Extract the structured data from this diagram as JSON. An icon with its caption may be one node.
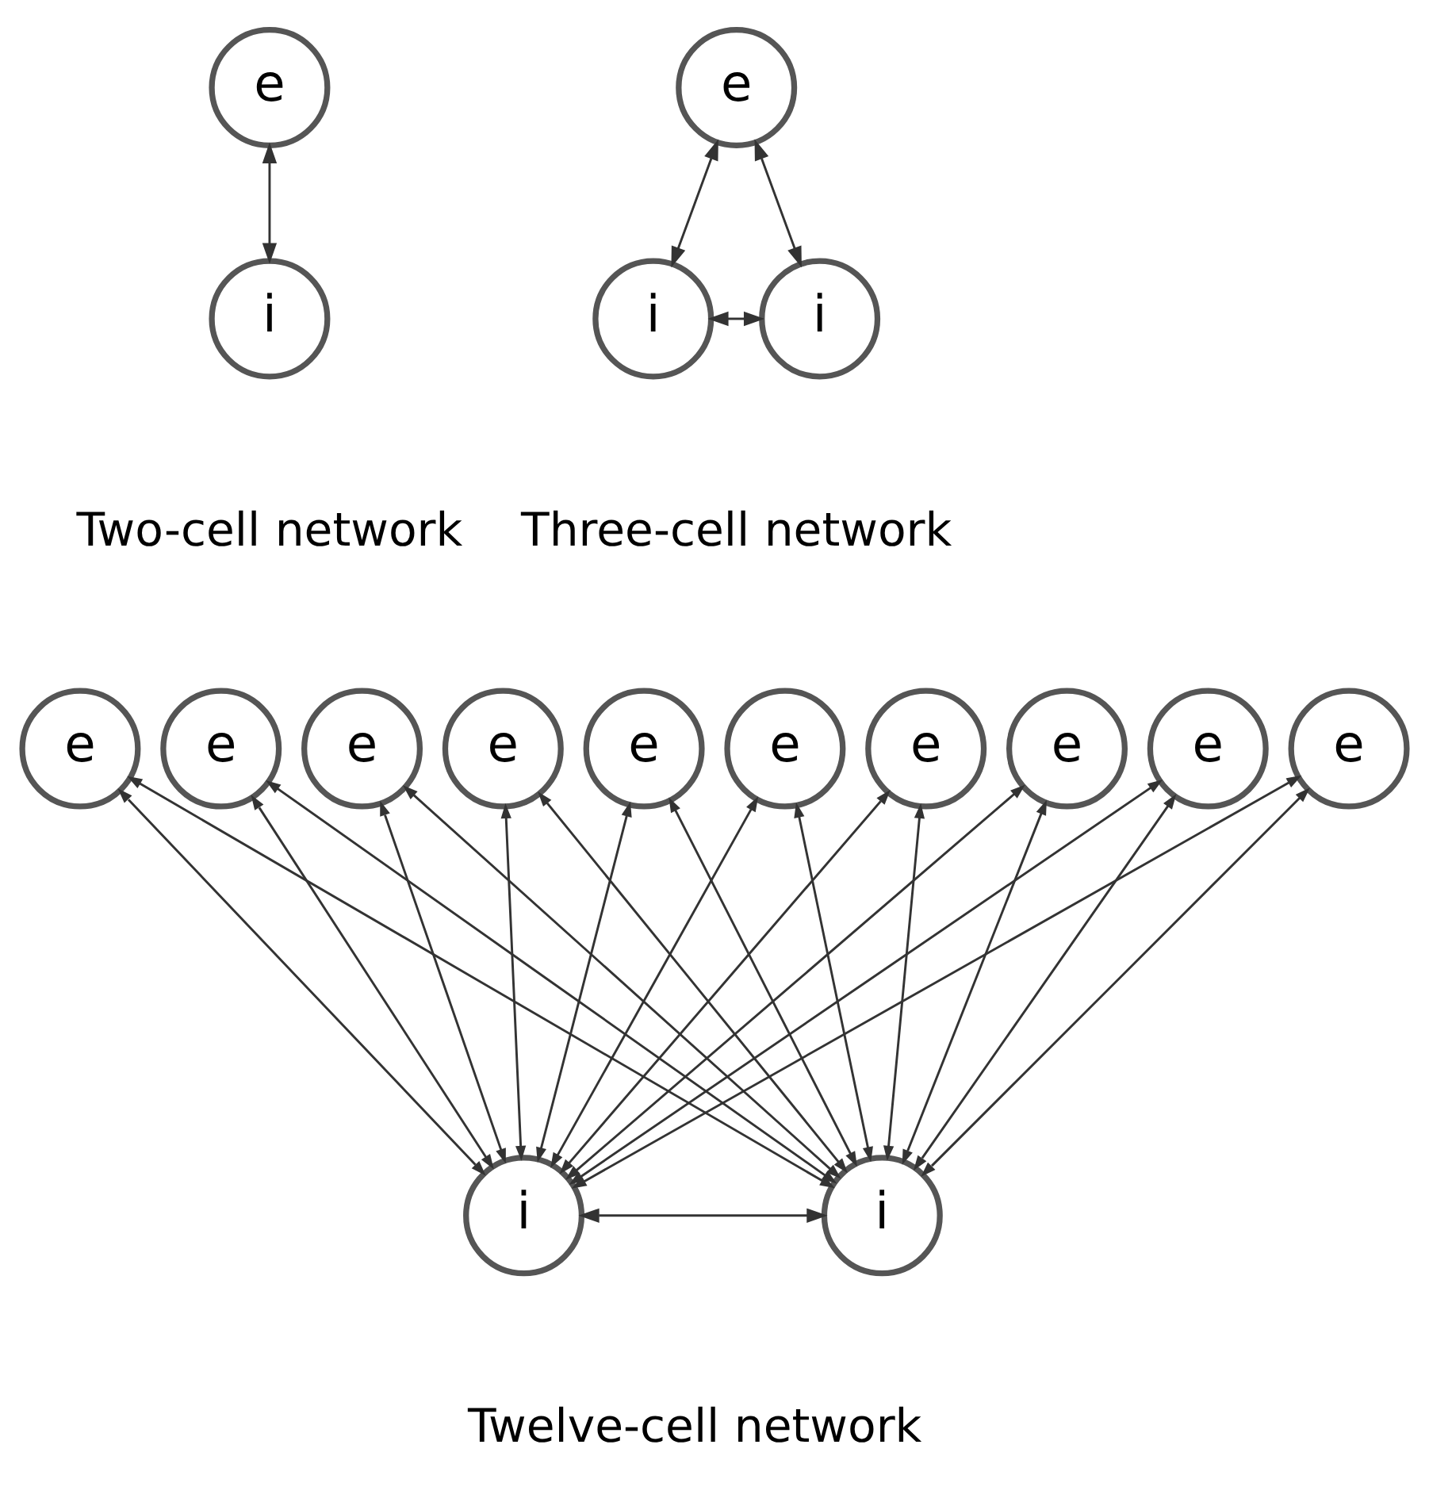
{
  "diagram": {
    "nodes": [
      {
        "text": [
          "e"
        ]
      },
      {
        "text": [
          "i"
        ]
      },
      {
        "text": [
          "e"
        ]
      },
      {
        "text": [
          "i"
        ]
      },
      {
        "text": [
          "i"
        ]
      },
      {
        "text": [
          "e"
        ]
      },
      {
        "text": [
          "e"
        ]
      },
      {
        "text": [
          "e"
        ]
      },
      {
        "text": [
          "e"
        ]
      },
      {
        "text": [
          "e"
        ]
      },
      {
        "text": [
          "e"
        ]
      },
      {
        "text": [
          "e"
        ]
      },
      {
        "text": [
          "e"
        ]
      },
      {
        "text": [
          "e"
        ]
      },
      {
        "text": [
          "e"
        ]
      },
      {
        "text": [
          "i"
        ]
      },
      {
        "text": [
          "i"
        ]
      }
    ],
    "edges": [
      {
        "from": 0,
        "to": 1,
        "arrow": "both"
      },
      {
        "from": 2,
        "to": 3,
        "arrow": "both"
      },
      {
        "from": 2,
        "to": 4,
        "arrow": "both"
      },
      {
        "from": 3,
        "to": 4,
        "arrow": "both"
      },
      {
        "from": 5,
        "to": 15,
        "arrow": "both"
      },
      {
        "from": 5,
        "to": 16,
        "arrow": "both"
      },
      {
        "from": 6,
        "to": 15,
        "arrow": "both"
      },
      {
        "from": 6,
        "to": 16,
        "arrow": "both"
      },
      {
        "from": 7,
        "to": 15,
        "arrow": "both"
      },
      {
        "from": 7,
        "to": 16,
        "arrow": "both"
      },
      {
        "from": 8,
        "to": 15,
        "arrow": "both"
      },
      {
        "from": 8,
        "to": 16,
        "arrow": "both"
      },
      {
        "from": 9,
        "to": 15,
        "arrow": "both"
      },
      {
        "from": 9,
        "to": 16,
        "arrow": "both"
      },
      {
        "from": 10,
        "to": 15,
        "arrow": "both"
      },
      {
        "from": 10,
        "to": 16,
        "arrow": "both"
      },
      {
        "from": 11,
        "to": 15,
        "arrow": "both"
      },
      {
        "from": 11,
        "to": 16,
        "arrow": "both"
      },
      {
        "from": 12,
        "to": 15,
        "arrow": "both"
      },
      {
        "from": 12,
        "to": 16,
        "arrow": "both"
      },
      {
        "from": 13,
        "to": 15,
        "arrow": "both"
      },
      {
        "from": 13,
        "to": 16,
        "arrow": "both"
      },
      {
        "from": 14,
        "to": 15,
        "arrow": "both"
      },
      {
        "from": 14,
        "to": 16,
        "arrow": "both"
      },
      {
        "from": 15,
        "to": 16,
        "arrow": "both"
      }
    ],
    "labels": [
      "Two-cell network",
      "Three-cell network",
      "Twelve-cell network"
    ]
  }
}
